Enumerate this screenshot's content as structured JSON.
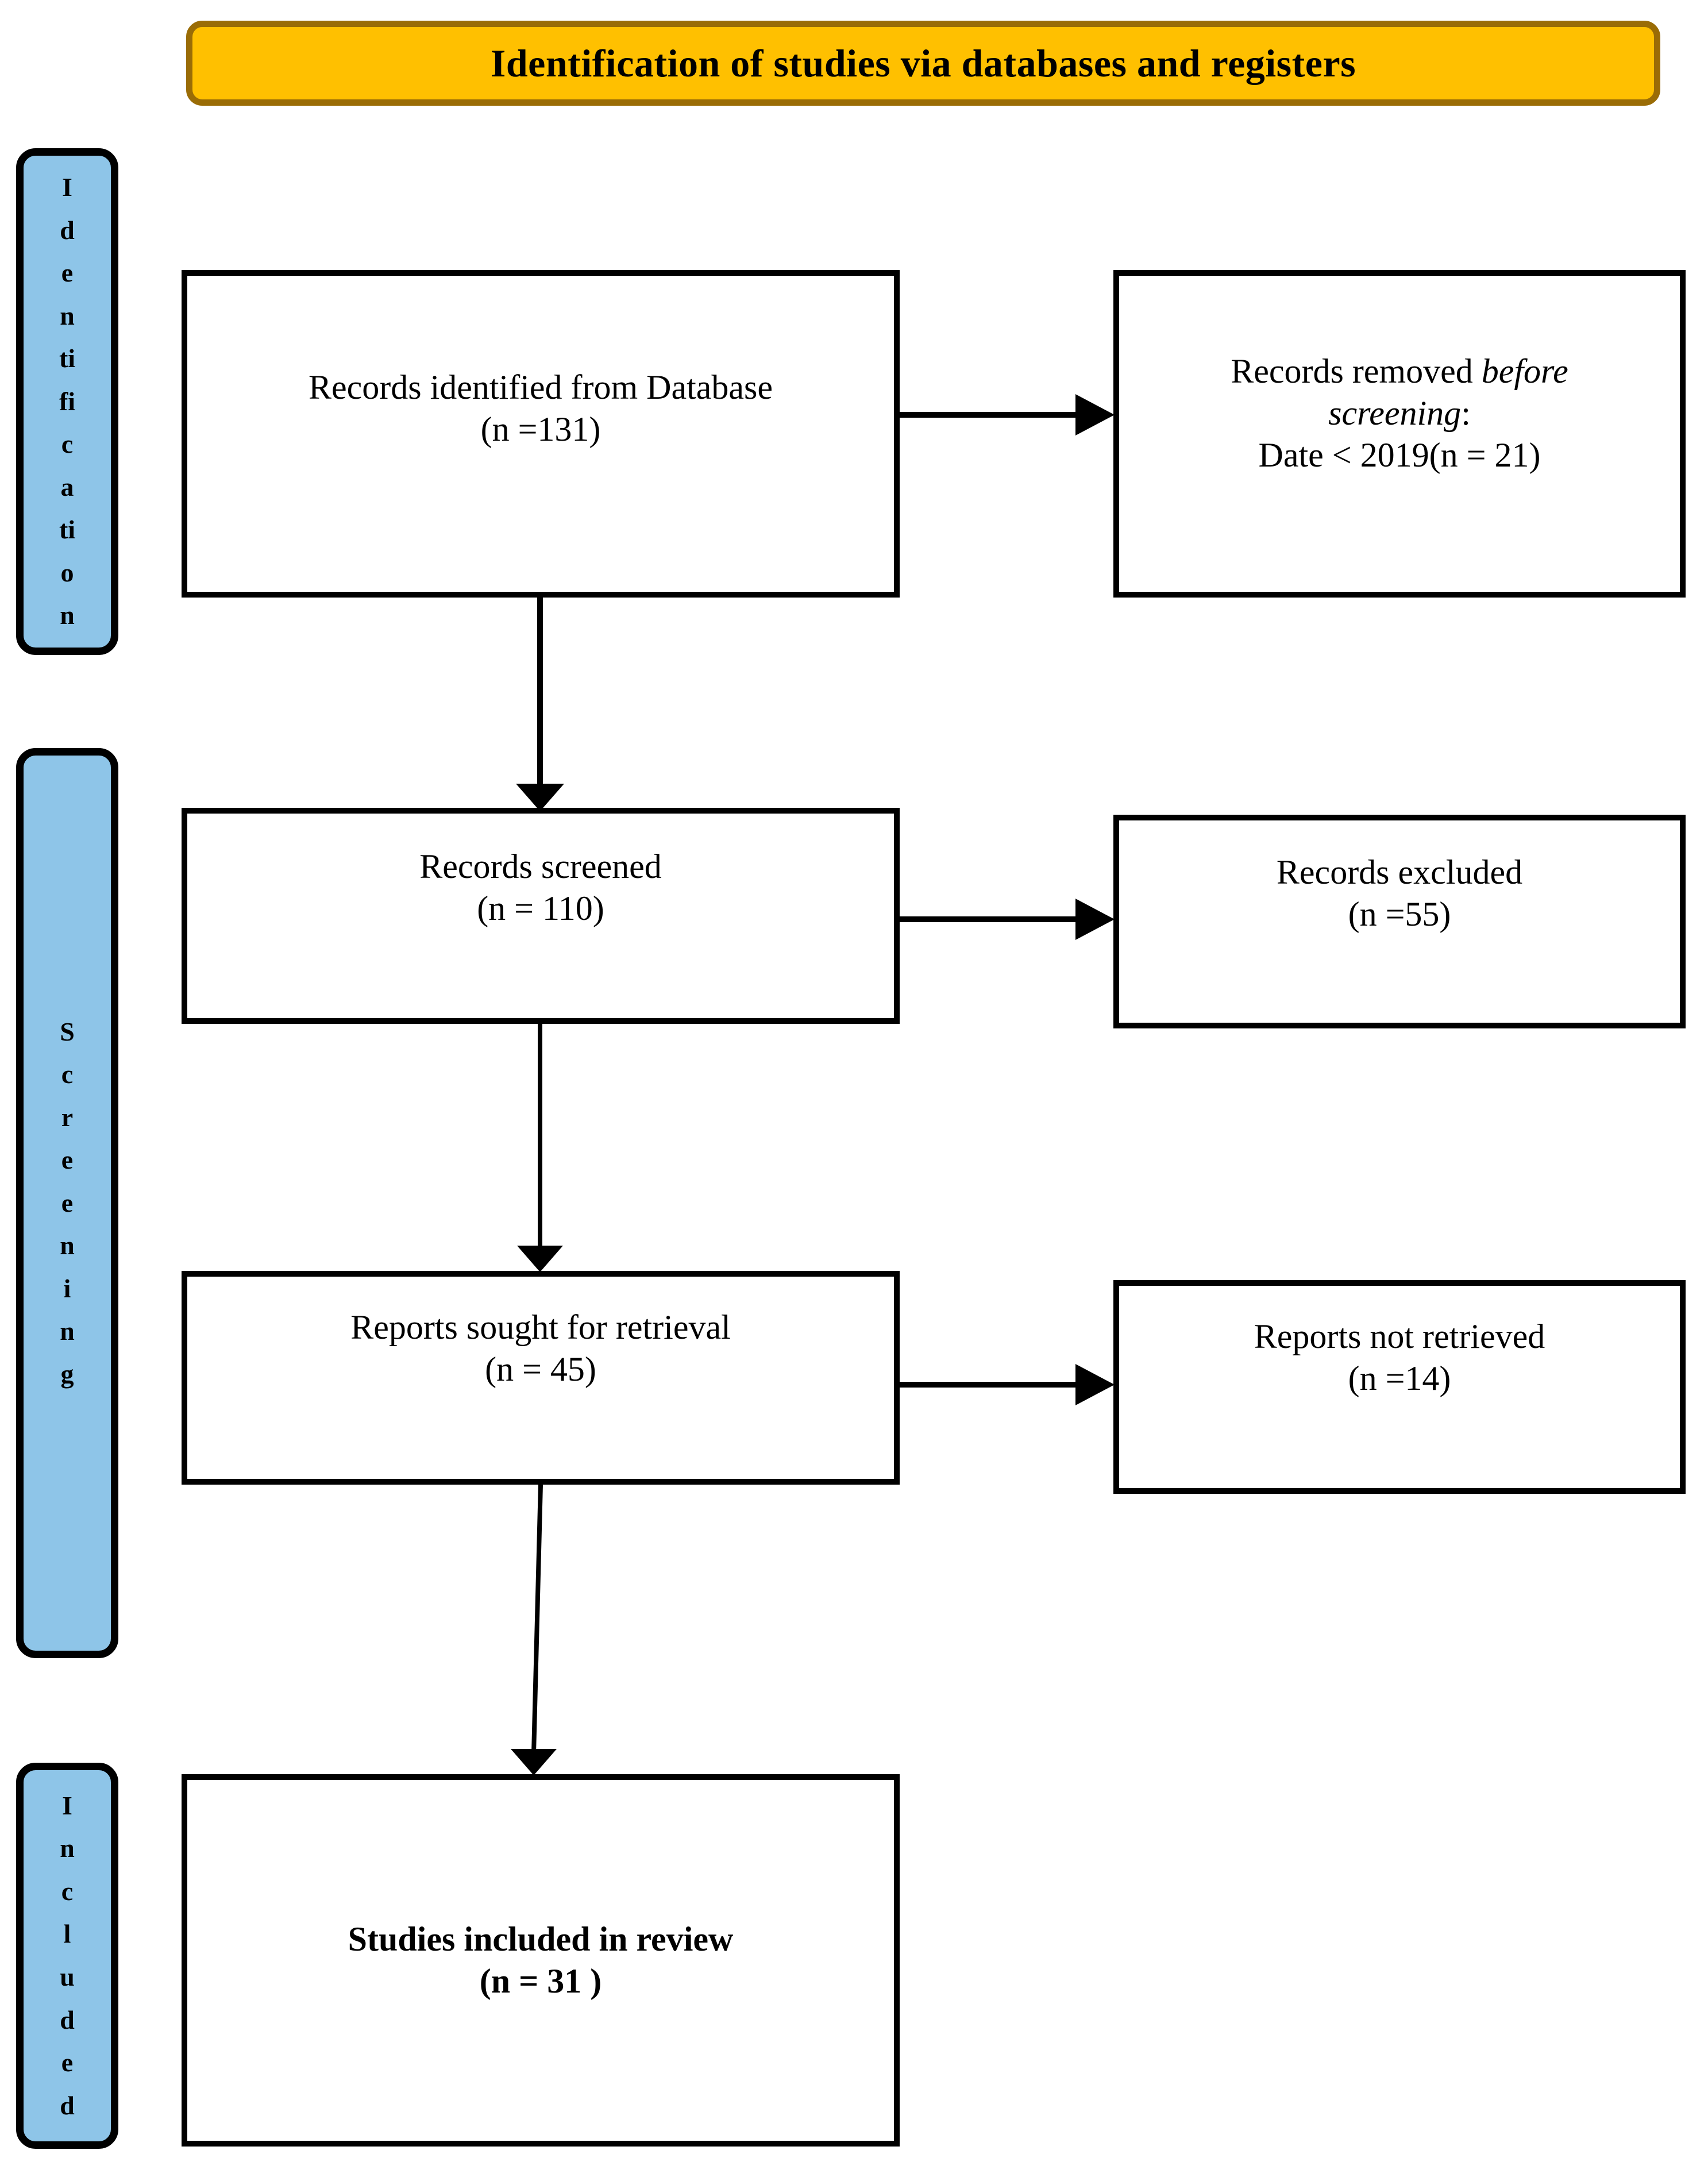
{
  "header": {
    "title": "Identification of studies via databases and registers",
    "fill_color": "#FFC000",
    "border_color": "#9A6C06"
  },
  "stages": {
    "fill_color": "#8EC5E8",
    "border_color": "#000000",
    "items": [
      {
        "name": "identification",
        "label": "Identification",
        "letters": [
          "I",
          "d",
          "e",
          "n",
          "ti",
          "fi",
          "c",
          "a",
          "ti",
          "o",
          "n"
        ]
      },
      {
        "name": "screening",
        "label": "Screening",
        "letters": [
          "S",
          "c",
          "r",
          "e",
          "e",
          "n",
          "i",
          "n",
          "g"
        ]
      },
      {
        "name": "included",
        "label": "Included",
        "letters": [
          "I",
          "n",
          "c",
          "l",
          "u",
          "d",
          "e",
          "d"
        ]
      }
    ]
  },
  "boxes": {
    "identified": {
      "line1": "Records identified from Database",
      "line2": "(n =131)",
      "count": 131
    },
    "removed": {
      "line1_prefix": "Records removed ",
      "line1_italic": "before",
      "line2_italic": "screening",
      "line2_suffix": ":",
      "line3": "Date < 2019(n = 21)",
      "count": 21
    },
    "screened": {
      "line1": "Records screened",
      "line2": "(n = 110)",
      "count": 110
    },
    "excluded": {
      "line1": "Records excluded",
      "line2": "(n =55)",
      "count": 55
    },
    "sought": {
      "line1": "Reports sought for retrieval",
      "line2": "(n = 45)",
      "count": 45
    },
    "not_retrieved": {
      "line1": "Reports not retrieved",
      "line2": "(n =14)",
      "count": 14
    },
    "included": {
      "line1": "Studies included in review",
      "line2": "(n = 31 )",
      "count": 31
    }
  },
  "connectors": [
    {
      "name": "identified-to-removed",
      "type": "horizontal-arrow"
    },
    {
      "name": "identified-to-screened",
      "type": "vertical-arrow"
    },
    {
      "name": "screened-to-excluded",
      "type": "horizontal-arrow"
    },
    {
      "name": "screened-to-sought",
      "type": "vertical-arrow"
    },
    {
      "name": "sought-to-not-retrieved",
      "type": "horizontal-arrow"
    },
    {
      "name": "sought-to-included",
      "type": "vertical-arrow"
    }
  ]
}
